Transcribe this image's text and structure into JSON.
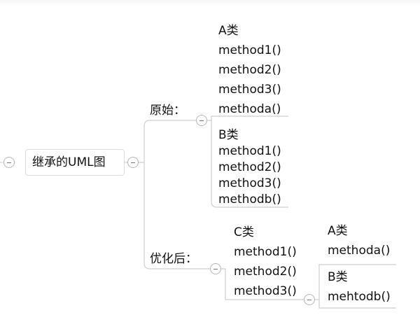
{
  "root": {
    "label": "继承的UML图"
  },
  "branches": {
    "original": {
      "label": "原始：",
      "class_a": {
        "title": "A类",
        "methods": [
          "method1()",
          "method2()",
          "method3()",
          "methoda()"
        ]
      },
      "class_b": {
        "title": "B类",
        "methods": [
          "method1()",
          "method2()",
          "method3()",
          "methodb()"
        ]
      }
    },
    "optimized": {
      "label": "优化后：",
      "class_c": {
        "title": "C类",
        "methods": [
          "method1()",
          "method2()",
          "method3()"
        ]
      },
      "sub_a": {
        "title": "A类",
        "methods": [
          "methoda()"
        ]
      },
      "sub_b": {
        "title": "B类",
        "methods": [
          "mehtodb()"
        ]
      }
    }
  }
}
